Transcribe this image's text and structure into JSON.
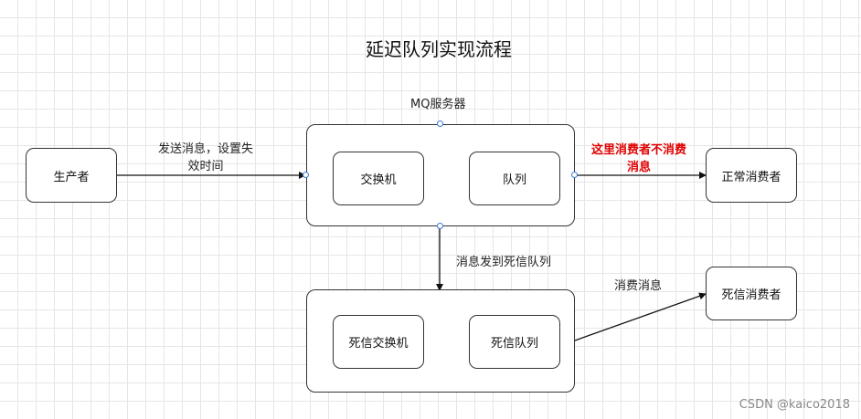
{
  "title": "延迟队列实现流程",
  "server_label": "MQ服务器",
  "nodes": {
    "producer": "生产者",
    "exchange": "交换机",
    "queue": "队列",
    "normal_consumer": "正常消费者",
    "dead_exchange": "死信交换机",
    "dead_queue": "死信队列",
    "dead_consumer": "死信消费者"
  },
  "edges": {
    "producer_to_server_line1": "发送消息，设置失",
    "producer_to_server_line2": "效时间",
    "server_to_normal_line1": "这里消费者不消费",
    "server_to_normal_line2": "消息",
    "server_to_dead": "消息发到死信队列",
    "dead_to_consumer": "消费消息"
  },
  "colors": {
    "highlight": "#e00000",
    "line": "#111111",
    "port": "#3a7bd5"
  },
  "watermark": "CSDN @kaico2018"
}
